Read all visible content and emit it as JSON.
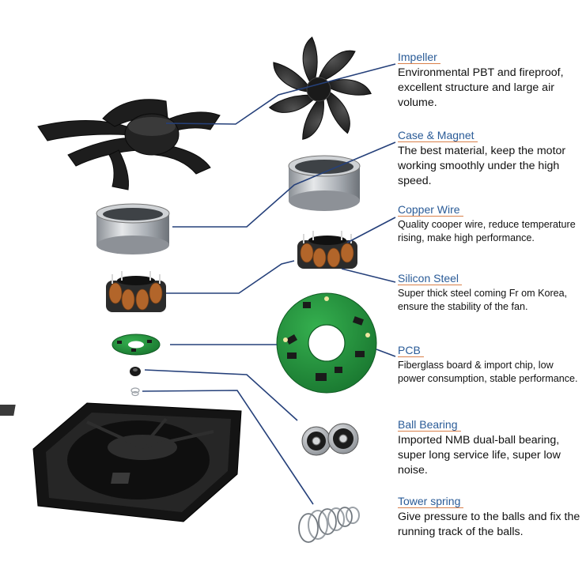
{
  "colors": {
    "title_blue": "#2a5b97",
    "underline_orange": "#d9804a",
    "leader_line": "#25407a",
    "part_black": "#1c1c1c",
    "metal": "#b9bdc2",
    "pcb_green": "#1f8a3a",
    "copper": "#b2652a"
  },
  "labels": [
    {
      "key": "impeller",
      "title": "Impeller",
      "desc": "Environmental PBT and fireproof, excellent structure and large air volume."
    },
    {
      "key": "case-magnet",
      "title": "Case & Magnet",
      "desc": "The best material, keep the motor working smoothly under the high speed."
    },
    {
      "key": "copper-wire",
      "title": "Copper Wire",
      "desc": "Quality cooper wire, reduce temperature rising, make high performance."
    },
    {
      "key": "silicon-steel",
      "title": "Silicon Steel",
      "desc": "Super thick steel coming Fr om Korea, ensure the stability of the fan."
    },
    {
      "key": "pcb",
      "title": "PCB",
      "desc": "Fiberglass board & import chip, low power consumption, stable performance."
    },
    {
      "key": "ball-bearing",
      "title": "Ball Bearing",
      "desc": "Imported NMB dual-ball bearing, super long service life, super low noise."
    },
    {
      "key": "tower-spring",
      "title": "Tower spring",
      "desc": "Give pressure to the balls and fix the running track of the balls."
    }
  ],
  "icons": [
    "impeller-icon",
    "case-magnet-icon",
    "stator-icon",
    "pcb-icon",
    "ball-bearing-icon",
    "tower-spring-icon",
    "fan-frame-icon"
  ]
}
